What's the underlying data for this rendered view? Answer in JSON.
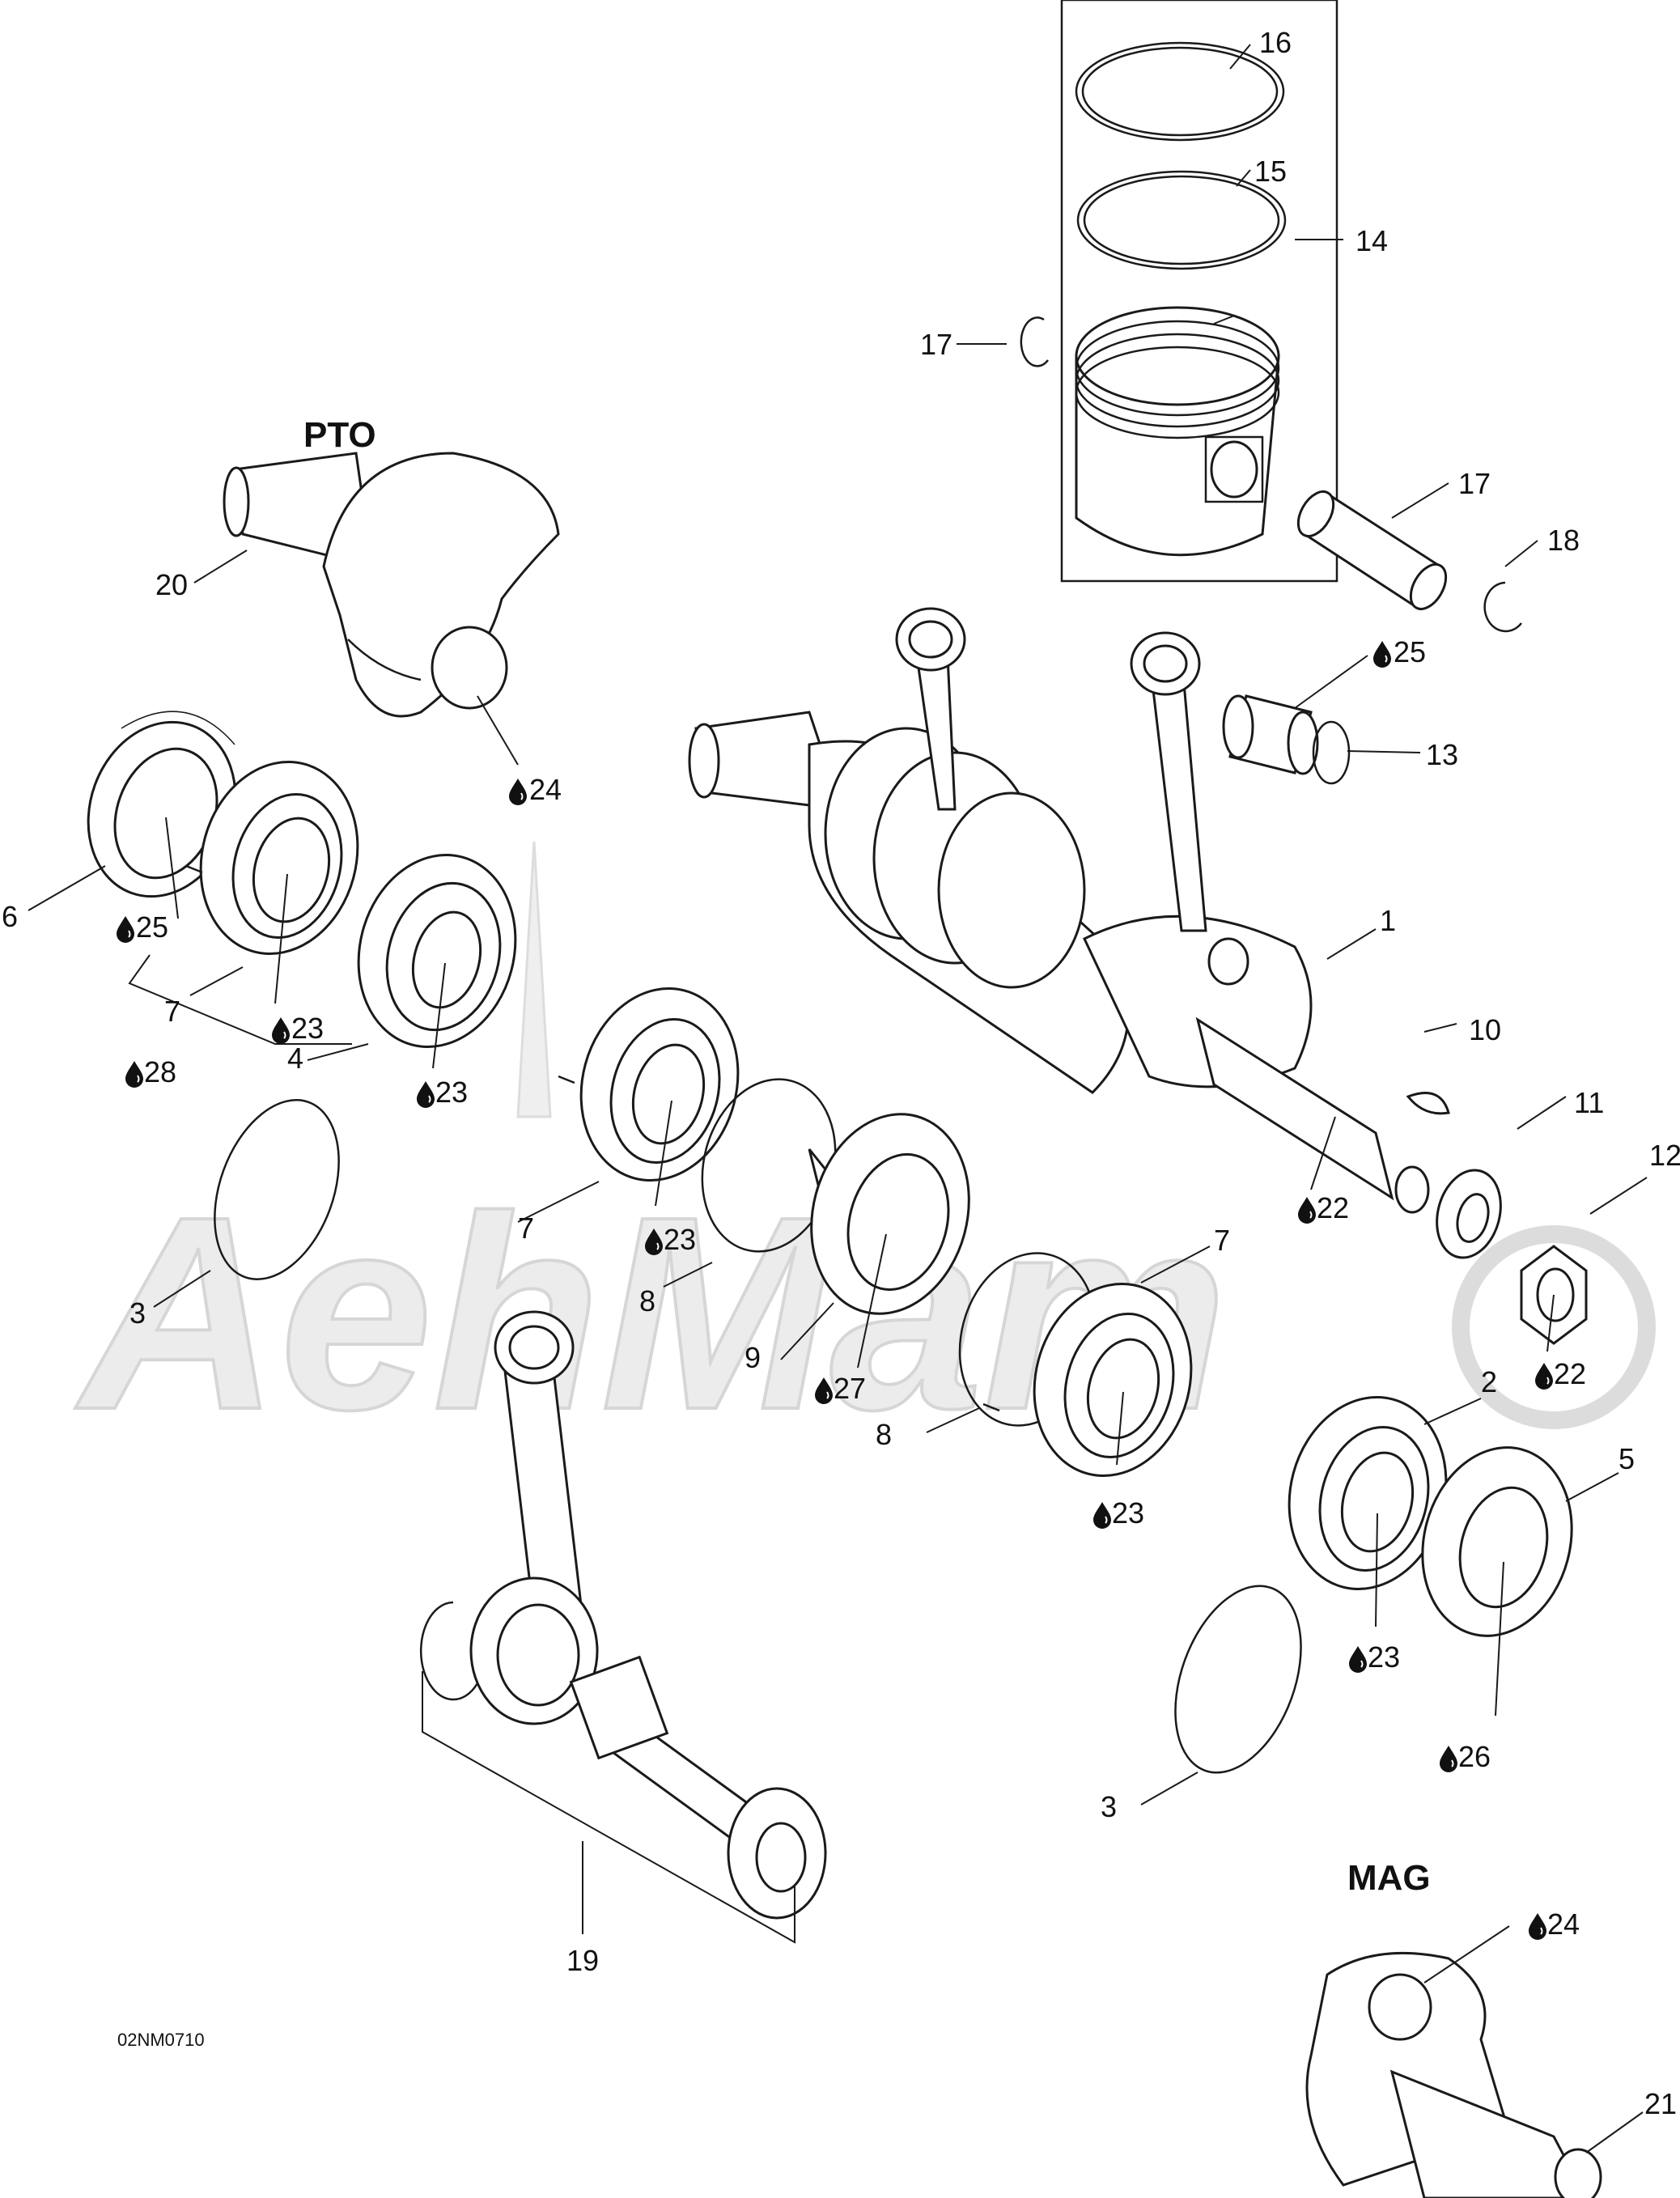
{
  "headings": {
    "pto": "PTO",
    "mag": "MAG"
  },
  "drawing_code": "02NM0710",
  "watermark": "AehMam",
  "callouts": {
    "c1": "1",
    "c2": "2",
    "c3a": "3",
    "c3b": "3",
    "c4": "4",
    "c5": "5",
    "c6": "6",
    "c7a": "7",
    "c7b": "7",
    "c7c": "7",
    "c8a": "8",
    "c8b": "8",
    "c9": "9",
    "c10": "10",
    "c11": "11",
    "c12": "12",
    "c13": "13",
    "c14": "14",
    "c15": "15",
    "c16": "16",
    "c17a": "17",
    "c17b": "17",
    "c18": "18",
    "c19": "19",
    "c20": "20",
    "c21": "21"
  },
  "lubricant_refs": {
    "l22a": "22",
    "l22b": "22",
    "l23a": "23",
    "l23b": "23",
    "l23c": "23",
    "l23d": "23",
    "l23e": "23",
    "l24a": "24",
    "l24b": "24",
    "l25a": "25",
    "l25b": "25",
    "l26": "26",
    "l27": "27",
    "l28": "28"
  },
  "icons": {
    "lubricant": "oil-drop-icon"
  }
}
